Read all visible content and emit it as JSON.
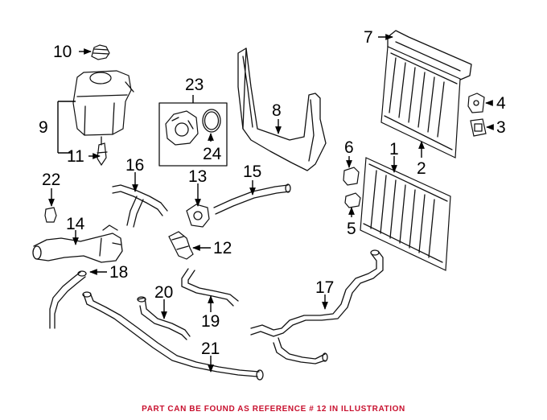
{
  "callouts": {
    "c1": "1",
    "c2": "2",
    "c3": "3",
    "c4": "4",
    "c5": "5",
    "c6": "6",
    "c7": "7",
    "c8": "8",
    "c9": "9",
    "c10": "10",
    "c11": "11",
    "c12": "12",
    "c13": "13",
    "c14": "14",
    "c15": "15",
    "c16": "16",
    "c17": "17",
    "c18": "18",
    "c19": "19",
    "c20": "20",
    "c21": "21",
    "c22": "22",
    "c23": "23",
    "c24": "24"
  },
  "footer": {
    "note": "PART CAN BE FOUND AS REFERENCE # 12 IN ILLUSTRATION"
  },
  "colors": {
    "note_text": "#c8102e",
    "line_art": "#111111"
  }
}
